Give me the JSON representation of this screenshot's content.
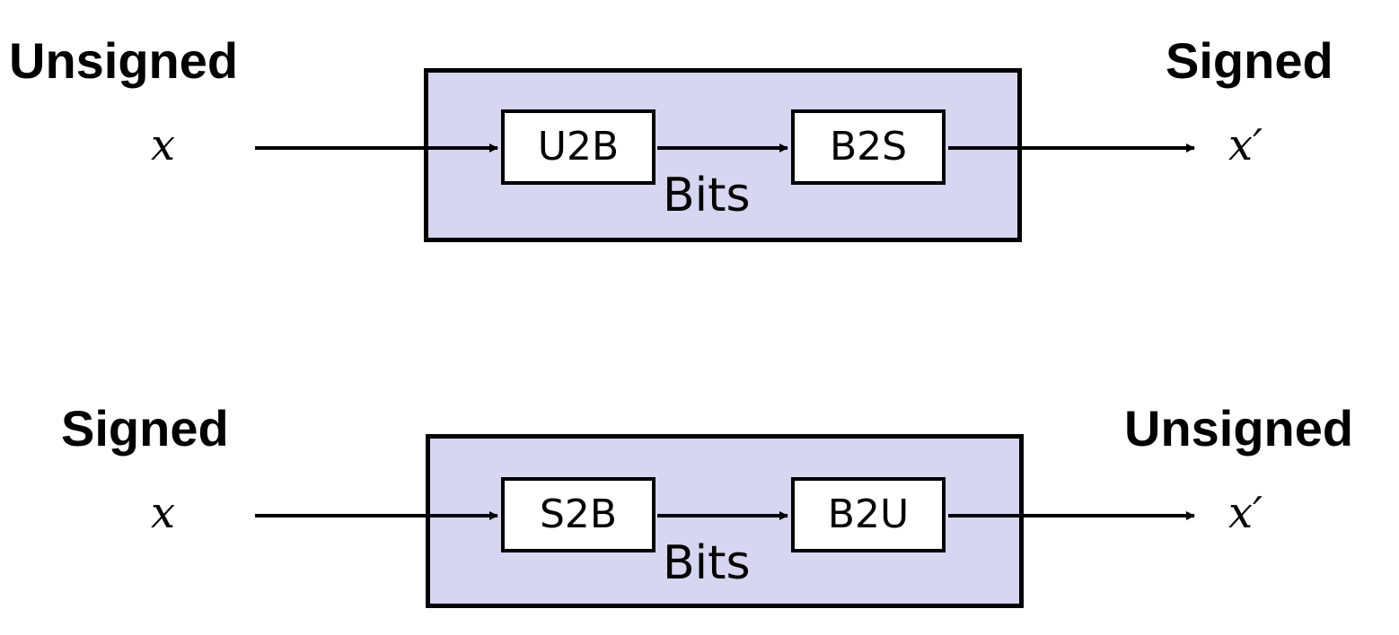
{
  "diagrams": [
    {
      "left_label": "Unsigned",
      "right_label": "Signed",
      "input_var": "x",
      "output_var": "x′",
      "first_stage": "U2B",
      "second_stage": "B2S",
      "middle_label": "Bits"
    },
    {
      "left_label": "Signed",
      "right_label": "Unsigned",
      "input_var": "x",
      "output_var": "x′",
      "first_stage": "S2B",
      "second_stage": "B2U",
      "middle_label": "Bits"
    }
  ],
  "colors": {
    "outer_box_fill": "#d6d6f1",
    "stroke": "#000000",
    "inner_box_fill": "#ffffff"
  }
}
